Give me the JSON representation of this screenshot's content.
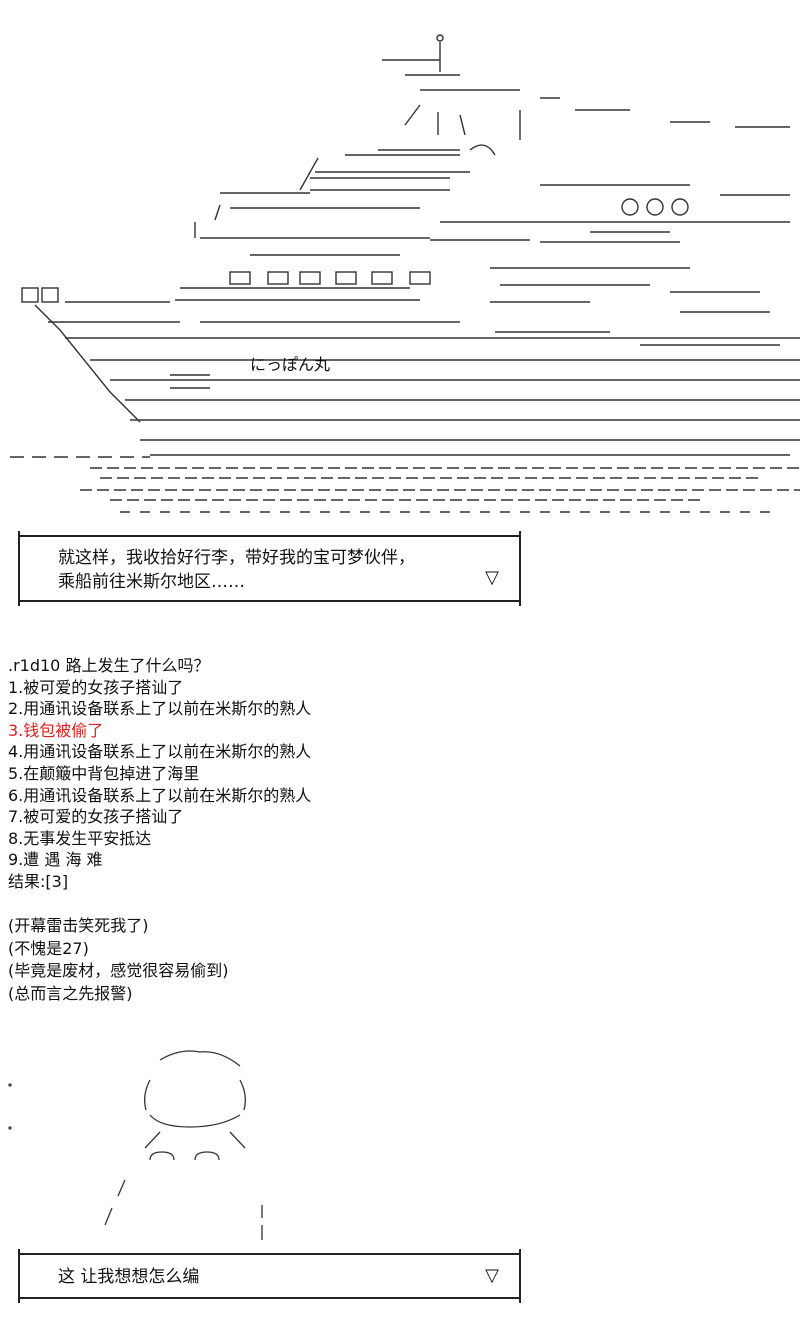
{
  "ship": {
    "name": "にっぽん丸"
  },
  "dialogue_top": {
    "lines": [
      "就这样，我收拾好行李，带好我的宝可梦伙伴，",
      "乘船前往米斯尔地区……"
    ],
    "next_icon": "▽"
  },
  "dice": {
    "prompt": ".r1d10 路上发生了什么吗？",
    "options": [
      "1.被可爱的女孩子搭讪了",
      "2.用通讯设备联系上了以前在米斯尔的熟人",
      "3.钱包被偷了",
      "4.用通讯设备联系上了以前在米斯尔的熟人",
      "5.在颠簸中背包掉进了海里",
      "6.用通讯设备联系上了以前在米斯尔的熟人",
      "7.被可爱的女孩子搭讪了",
      "8.无事发生平安抵达",
      "9.遭 遇 海 难"
    ],
    "result": "结果:[3]",
    "highlight_color": "#e02020"
  },
  "comments": [
    "(开幕雷击笑死我了)",
    "(不愧是27)",
    "(毕竟是废材，感觉很容易偷到)",
    "(总而言之先报警)"
  ],
  "dialogue_bottom": {
    "text": "这 让我想想怎么编",
    "next_icon": "▽"
  }
}
